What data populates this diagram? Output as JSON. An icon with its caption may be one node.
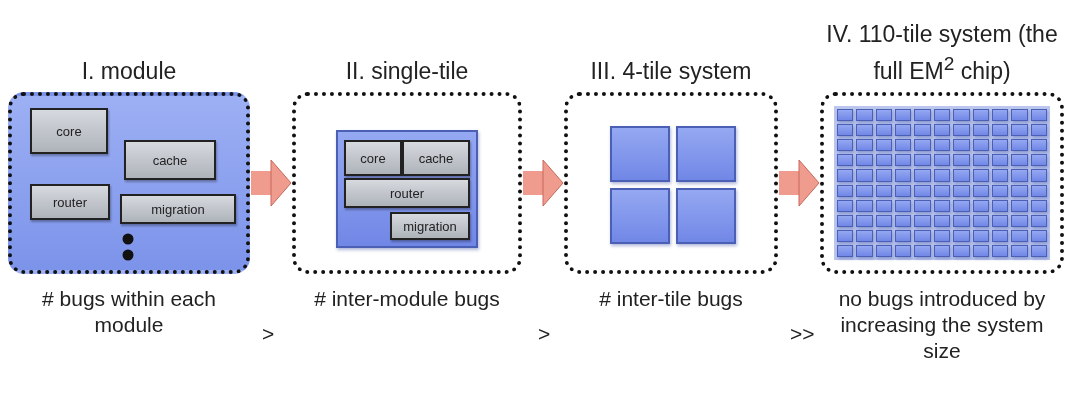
{
  "diagram": {
    "nodes": [
      {
        "text": [
          "I. module"
        ],
        "beside": [
          "# bugs within each module"
        ]
      },
      {
        "text": [
          "core"
        ],
        "in": 0
      },
      {
        "text": [
          "cache"
        ],
        "in": 0
      },
      {
        "text": [
          "router"
        ],
        "in": 0
      },
      {
        "text": [
          "migration"
        ],
        "in": 0
      },
      {
        "text": [
          "II. single-tile"
        ],
        "beside": [
          "# inter-module bugs"
        ]
      },
      {
        "text": [],
        "shape": "box",
        "in": 5
      },
      {
        "text": [
          "core"
        ],
        "in": 6
      },
      {
        "text": [
          "cache"
        ],
        "in": 6
      },
      {
        "text": [
          "router"
        ],
        "in": 6
      },
      {
        "text": [
          "migration"
        ],
        "in": 6
      },
      {
        "text": [
          "III. 4-tile system"
        ],
        "beside": [
          "# inter-tile bugs"
        ]
      },
      {
        "text": [],
        "shape": "box",
        "in": 11
      },
      {
        "text": [],
        "shape": "box",
        "in": 11
      },
      {
        "text": [],
        "shape": "box",
        "in": 11
      },
      {
        "text": [],
        "shape": "box",
        "in": 11
      },
      {
        "text": [
          "IV. 110-tile system (the full EM$^{2}$ chip)"
        ],
        "beside": [
          "no bugs introduced by increasing the system size"
        ]
      },
      {
        "text": [],
        "shape": "picture",
        "in": 16
      }
    ],
    "edges": [
      {
        "from": 0,
        "to": 5,
        "arrow": "to"
      },
      {
        "from": 5,
        "to": 11,
        "arrow": "to"
      },
      {
        "from": 11,
        "to": 16,
        "arrow": "to"
      }
    ],
    "labels": [
      ">",
      ">",
      ">>"
    ]
  }
}
